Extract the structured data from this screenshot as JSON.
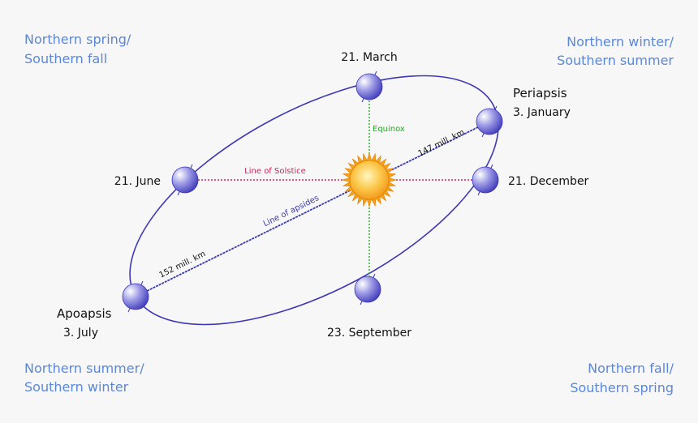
{
  "seasons": {
    "top_left": [
      "Northern spring/",
      "Southern fall"
    ],
    "top_right": [
      "Northern winter/",
      "Southern summer"
    ],
    "bottom_left": [
      "Northern summer/",
      "Southern winter"
    ],
    "bottom_right": [
      "Northern fall/",
      "Southern spring"
    ]
  },
  "dates": {
    "march": "21. March",
    "june": "21. June",
    "september": "23. September",
    "december": "21. December",
    "january": "3. January",
    "july": "3. July"
  },
  "points": {
    "periapsis": "Periapsis",
    "apoapsis": "Apoapsis"
  },
  "lines": {
    "equinox": "Equinox",
    "solstice": "Line of Solstice",
    "apsides": "Line of apsides",
    "near_distance": "147 mill. km",
    "far_distance": "152 mill. km"
  },
  "colors": {
    "background": "#f7f7f7",
    "season_text": "#5b87d8",
    "orbit": "#3e37b5",
    "equinox": "#22aa22",
    "solstice": "#d0245a",
    "apsides": "#3a3ab0",
    "sun": "#f6a21a"
  },
  "icons": {
    "sun": "sun-icon",
    "earth": "earth-icon"
  }
}
